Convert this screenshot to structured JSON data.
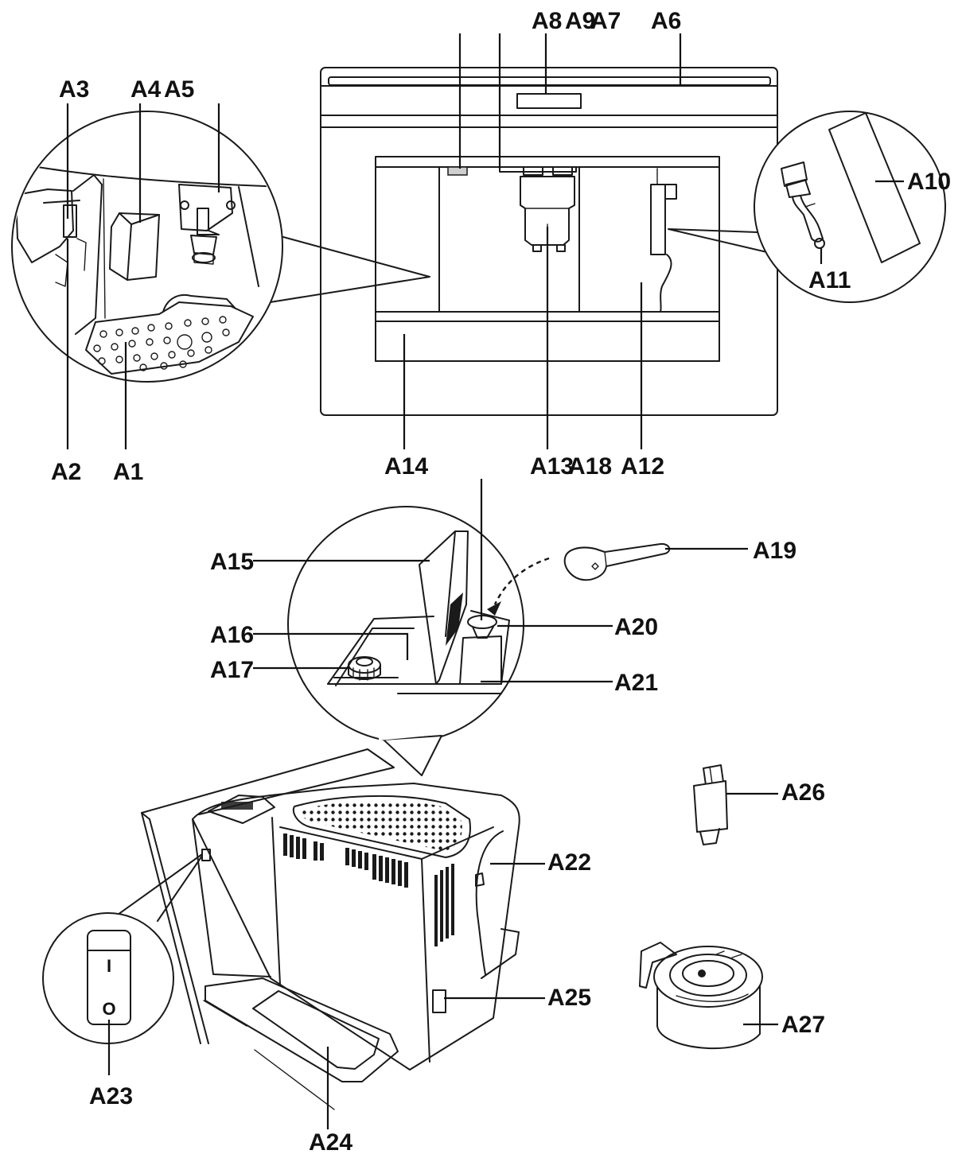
{
  "labels": {
    "A1": "A1",
    "A2": "A2",
    "A3": "A3",
    "A4": "A4",
    "A5": "A5",
    "A6": "A6",
    "A7": "A7",
    "A8": "A8",
    "A9": "A9",
    "A10": "A10",
    "A11": "A11",
    "A12": "A12",
    "A13": "A13",
    "A14": "A14",
    "A15": "A15",
    "A16": "A16",
    "A17": "A17",
    "A18": "A18",
    "A19": "A19",
    "A20": "A20",
    "A21": "A21",
    "A22": "A22",
    "A23": "A23",
    "A24": "A24",
    "A25": "A25",
    "A26": "A26",
    "A27": "A27"
  },
  "switch": {
    "on_mark": "I",
    "off_mark": "O"
  },
  "colors": {
    "line": "#1a1a1a",
    "background": "#ffffff",
    "shade": "#cfcfcf"
  }
}
